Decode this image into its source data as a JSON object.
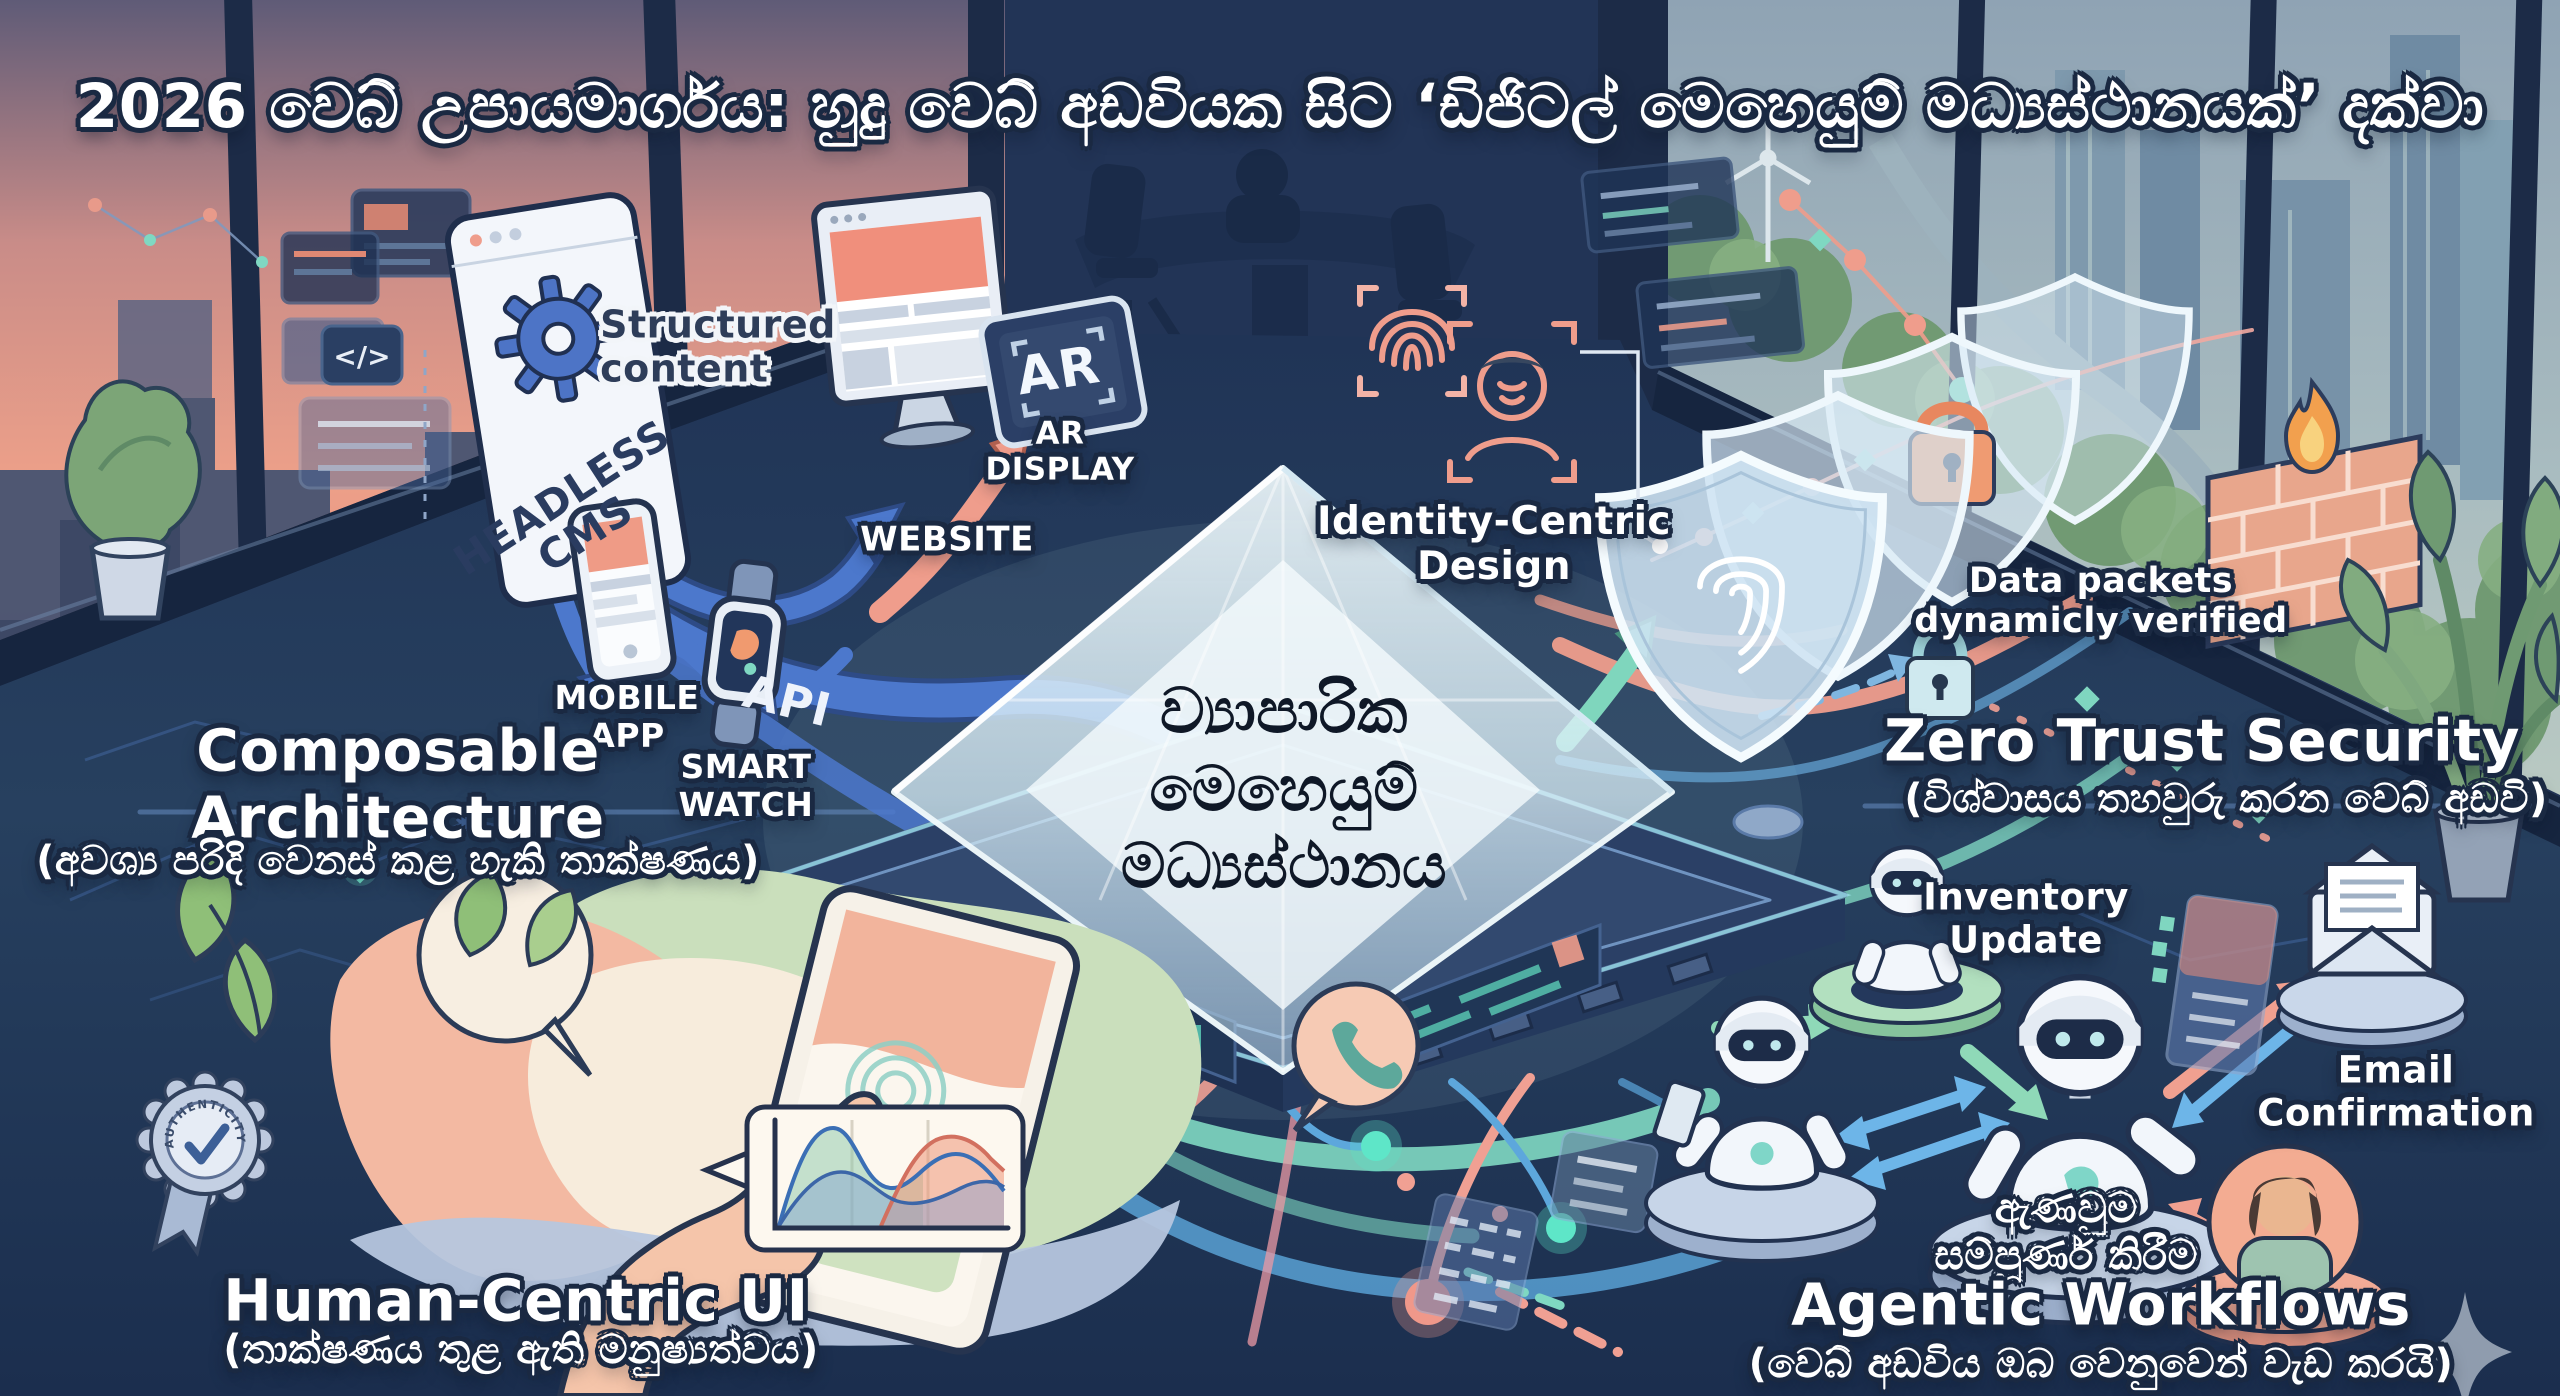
{
  "title": "2026 වෙබ් උපායමාර්ගය: හුදු වෙබ් අඩවියක සිට ‘ඩිජිටල් මෙහෙයුම් මධ්‍යස්ථානයක්’ දක්වා",
  "hub": {
    "label": "ව්‍යාපාරික\nමෙහෙයුම්\nමධ්‍යස්ථානය"
  },
  "composable": {
    "title": "Composable Architecture",
    "subtitle": "(අවශ්‍ය පරිදි වෙනස් කළ හැකි තාක්ෂණය)",
    "cms": "HEADLESS\nCMS",
    "structured_content": "Structured\ncontent",
    "website": "WEBSITE",
    "api": "API",
    "mobile_app": "MOBILE\nAPP",
    "smart_watch": "SMART\nWATCH",
    "ar_badge": "AR",
    "ar_display": "AR\nDISPLAY"
  },
  "zero_trust": {
    "title": "Zero Trust Security",
    "subtitle": "(විශ්වාසය තහවුරු කරන වෙබ් අඩවි)",
    "identity": "Identity-Centric\nDesign",
    "packets": "Data packets\ndynamicly verified"
  },
  "human": {
    "title": "Human-Centric UI",
    "subtitle": "(තාක්ෂණය තුළ ඇති මනුෂ්‍යත්වය)",
    "badge": "AUTHENTICITY"
  },
  "agentic": {
    "title": "Agentic Workflows",
    "subtitle": "(වෙබ් අඩවිය ඔබ වෙනුවෙන් වැඩ කරයි)",
    "inventory": "Inventory\nUpdate",
    "email": "Email\nConfirmation",
    "order": "ඇණවුම\nසම්පූර්ණ කිරීම"
  },
  "icons": {
    "code_glyph": "</>"
  },
  "colors": {
    "blue_arrow": "#4c78cc",
    "teal": "#7fd8c2",
    "coral": "#ef9d8c",
    "mint": "#8fd9b8",
    "navy_bg": "#1c2e4d",
    "glass": "#d7e9f4",
    "sunset": "#e89a82"
  }
}
